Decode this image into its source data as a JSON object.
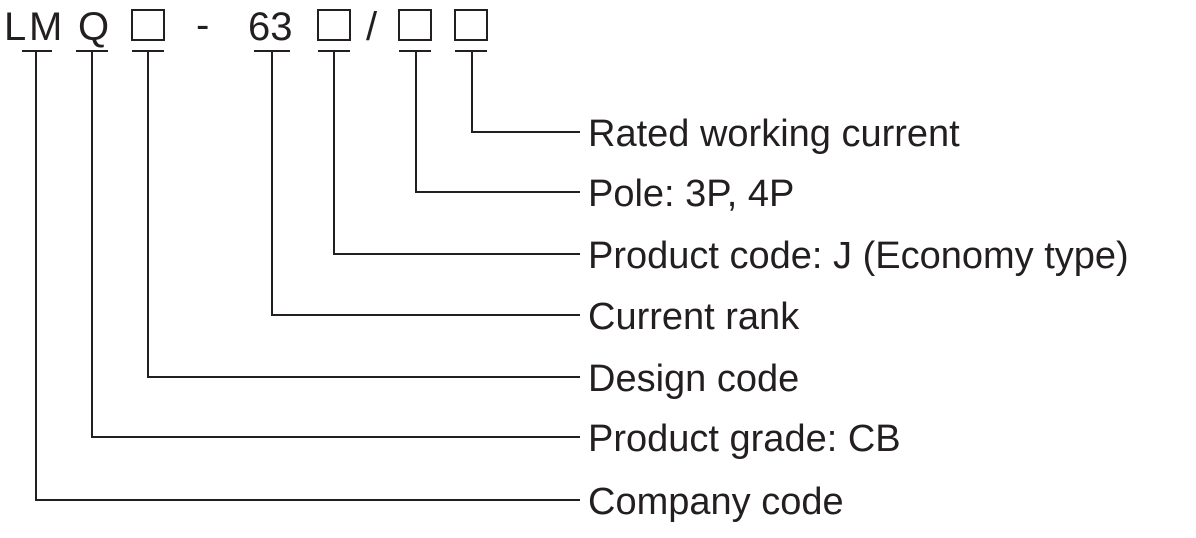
{
  "model_code": {
    "prefix_1": "L",
    "prefix_2": "M",
    "prefix_3": "Q",
    "dash": "-",
    "current": "63",
    "slash": "/"
  },
  "labels": {
    "rated_working_current": "Rated working current",
    "pole": "Pole: 3P, 4P",
    "product_code": "Product code: J (Economy type)",
    "current_rank": "Current rank",
    "design_code": "Design code",
    "product_grade": "Product grade: CB",
    "company_code": "Company code"
  }
}
